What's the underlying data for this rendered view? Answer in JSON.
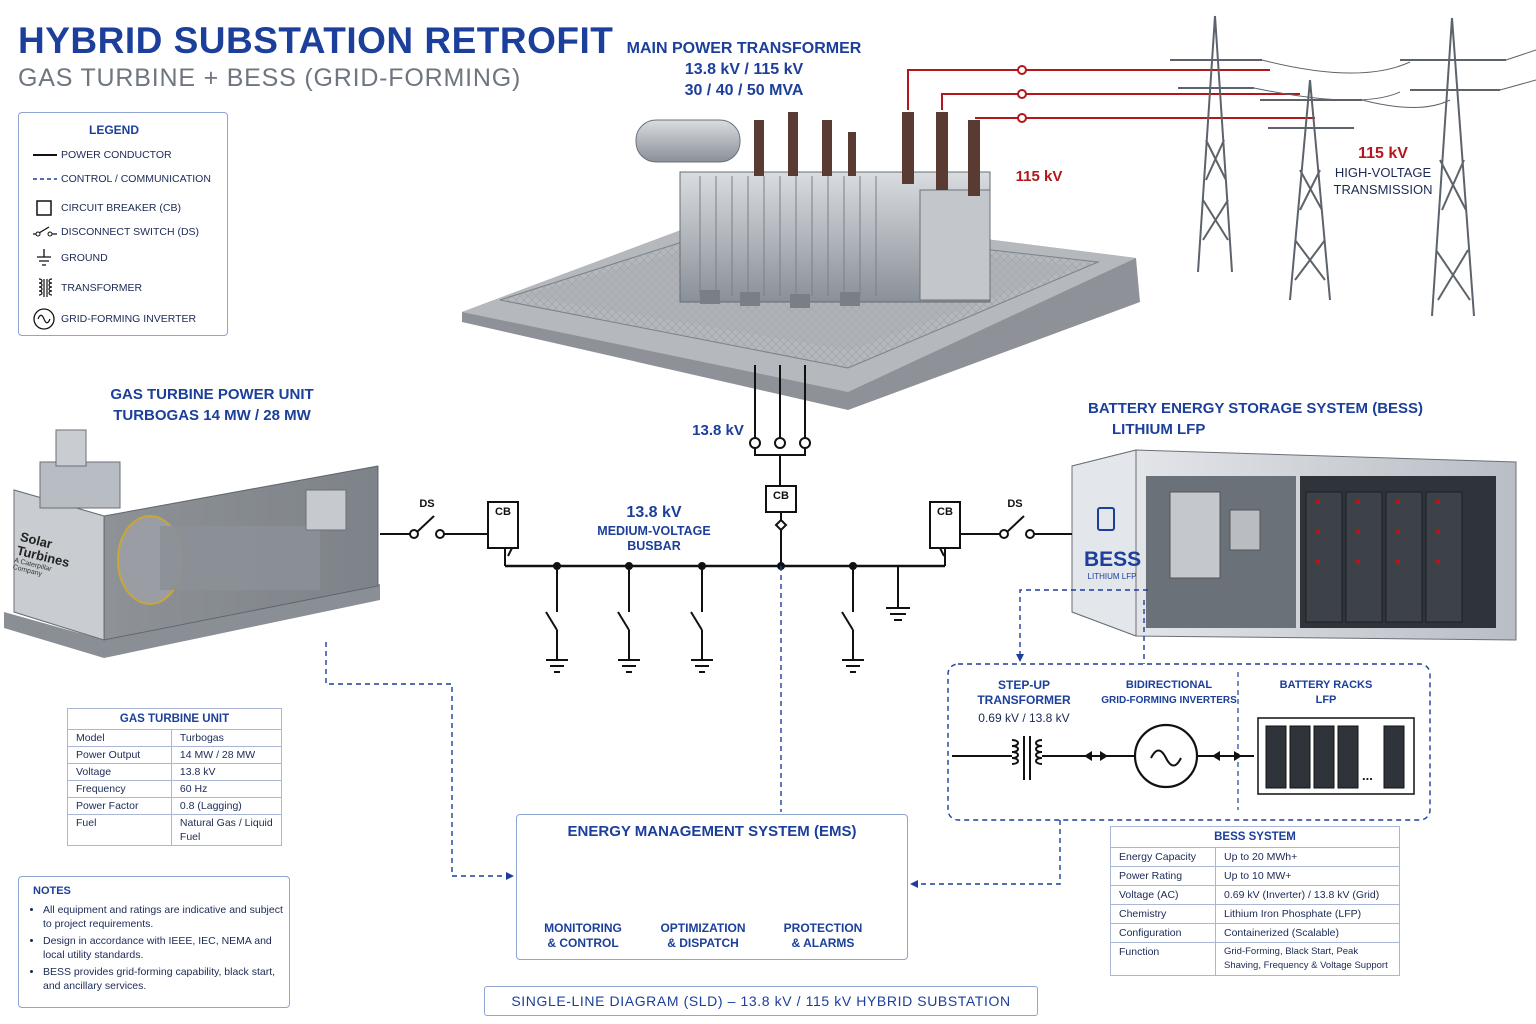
{
  "title": "HYBRID SUBSTATION RETROFIT",
  "subtitle": "GAS TURBINE + BESS (GRID-FORMING)",
  "legend": {
    "title": "LEGEND",
    "items": [
      {
        "label": "POWER CONDUCTOR",
        "icon": "solid-line-icon"
      },
      {
        "label": "CONTROL / COMMUNICATION",
        "icon": "dashed-line-icon"
      },
      {
        "label": "CIRCUIT BREAKER (CB)",
        "icon": "square-icon"
      },
      {
        "label": "DISCONNECT SWITCH (DS)",
        "icon": "switch-icon"
      },
      {
        "label": "GROUND",
        "icon": "ground-icon"
      },
      {
        "label": "TRANSFORMER",
        "icon": "transformer-icon"
      },
      {
        "label": "GRID-FORMING INVERTER",
        "icon": "inverter-icon"
      }
    ]
  },
  "transformer": {
    "title": "MAIN POWER TRANSFORMER",
    "voltage": "13.8 kV / 115 kV",
    "rating": "30 / 40 / 50 MVA"
  },
  "hv": {
    "feed_label": "115 kV",
    "label_voltage": "115 kV",
    "label_line1": "HIGH-VOLTAGE",
    "label_line2": "TRANSMISSION"
  },
  "gas_turbine": {
    "title": "GAS TURBINE POWER UNIT",
    "subtitle": "TURBOGAS 14 MW / 28 MW",
    "brand": "Solar Turbines",
    "brand_sub": "A Caterpillar Company"
  },
  "bess": {
    "title": "BATTERY ENERGY STORAGE SYSTEM (BESS)",
    "subtitle": "LITHIUM LFP",
    "badge": "BESS",
    "badge_sub": "LITHIUM LFP"
  },
  "sld": {
    "tx_secondary": "13.8 kV",
    "cb_label": "CB",
    "ds_label": "DS",
    "busbar_voltage": "13.8 kV",
    "busbar_line1": "MEDIUM-VOLTAGE",
    "busbar_line2": "BUSBAR"
  },
  "bess_detail": {
    "stepup_line1": "STEP-UP",
    "stepup_line2": "TRANSFORMER",
    "stepup_voltage": "0.69 kV / 13.8 kV",
    "inverter_line1": "BIDIRECTIONAL",
    "inverter_line2": "GRID-FORMING INVERTERS",
    "racks_line1": "BATTERY RACKS",
    "racks_line2": "LFP",
    "ellipsis": "..."
  },
  "gt_table": {
    "title": "GAS TURBINE UNIT",
    "rows": [
      [
        "Model",
        "Turbogas"
      ],
      [
        "Power Output",
        "14 MW / 28 MW"
      ],
      [
        "Voltage",
        "13.8 kV"
      ],
      [
        "Frequency",
        "60 Hz"
      ],
      [
        "Power Factor",
        "0.8 (Lagging)"
      ],
      [
        "Fuel",
        "Natural Gas / Liquid Fuel"
      ]
    ]
  },
  "bess_table": {
    "title": "BESS SYSTEM",
    "rows": [
      [
        "Energy Capacity",
        "Up to 20 MWh+"
      ],
      [
        "Power Rating",
        "Up to 10 MW+"
      ],
      [
        "Voltage (AC)",
        "0.69 kV (Inverter) / 13.8 kV (Grid)"
      ],
      [
        "Chemistry",
        "Lithium Iron Phosphate (LFP)"
      ],
      [
        "Configuration",
        "Containerized (Scalable)"
      ],
      [
        "Function",
        "Grid-Forming, Black Start, Peak Shaving, Frequency & Voltage Support"
      ]
    ]
  },
  "ems": {
    "title": "ENERGY MANAGEMENT SYSTEM (EMS)",
    "items": [
      {
        "line1": "MONITORING",
        "line2": "& CONTROL",
        "icon": "monitor-chart-icon"
      },
      {
        "line1": "OPTIMIZATION",
        "line2": "& DISPATCH",
        "icon": "brain-circuit-icon"
      },
      {
        "line1": "PROTECTION",
        "line2": "& ALARMS",
        "icon": "shield-icon"
      }
    ]
  },
  "notes": {
    "title": "NOTES",
    "items": [
      "All equipment and ratings are indicative and subject to project requirements.",
      "Design in accordance with IEEE, IEC, NEMA and local utility standards.",
      "BESS provides grid-forming capability, black start, and ancillary services."
    ]
  },
  "footer": "SINGLE-LINE DIAGRAM (SLD) – 13.8 kV / 115 kV HYBRID SUBSTATION",
  "colors": {
    "navy": "#1b3f9a",
    "red": "#b3171c",
    "steel": "#9aa0a8"
  }
}
